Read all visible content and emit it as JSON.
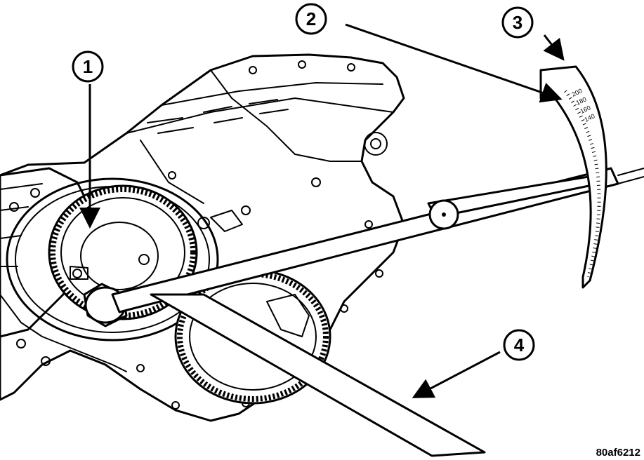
{
  "callouts": [
    {
      "id": "1",
      "label": "1"
    },
    {
      "id": "2",
      "label": "2"
    },
    {
      "id": "3",
      "label": "3"
    },
    {
      "id": "4",
      "label": "4"
    }
  ],
  "dial": {
    "scale_labels": [
      "200",
      "180",
      "160",
      "140"
    ]
  },
  "figure_ref": "80af6212"
}
